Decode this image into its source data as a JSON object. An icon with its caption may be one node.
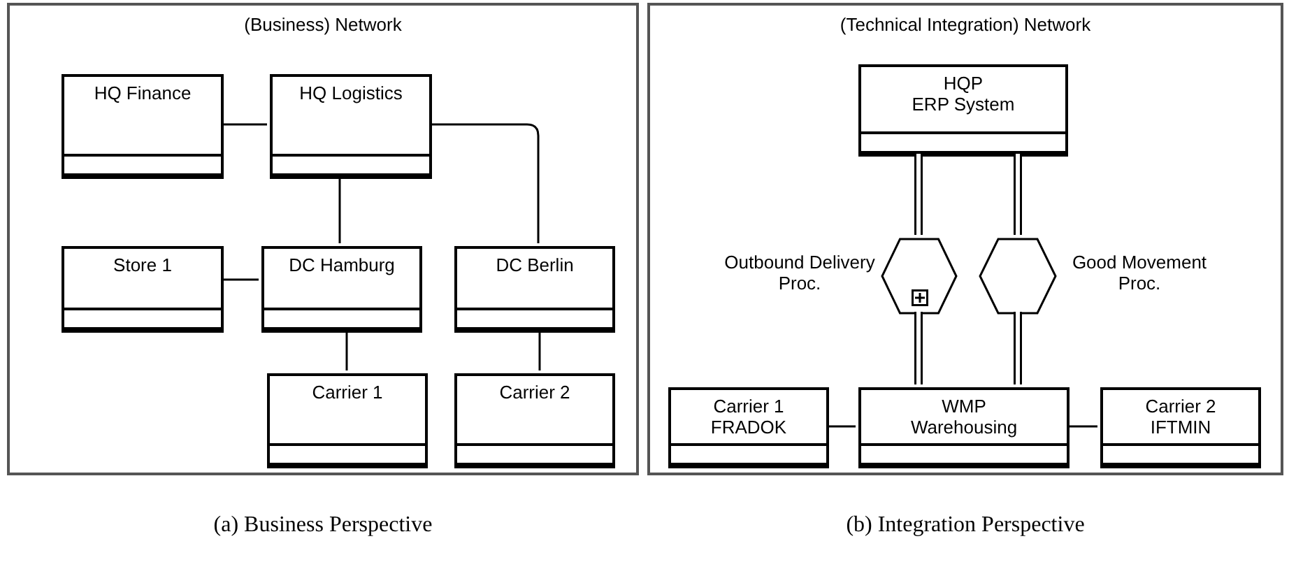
{
  "diagram": {
    "nodes": [
      {
        "text": [
          "(Business) Network"
        ],
        "beside": [
          "(a) Business Perspective"
        ]
      },
      {
        "text": [
          "HQ Finance"
        ],
        "in": 0
      },
      {
        "text": [
          "HQ Logistics"
        ],
        "in": 0
      },
      {
        "text": [
          "Store 1"
        ],
        "in": 0
      },
      {
        "text": [
          "DC Hamburg"
        ],
        "in": 0
      },
      {
        "text": [
          "DC Berlin"
        ],
        "in": 0
      },
      {
        "text": [
          "Carrier 1"
        ],
        "in": 0
      },
      {
        "text": [
          "Carrier 2"
        ],
        "in": 0
      },
      {
        "text": [
          "(Technical Integration) Network"
        ],
        "beside": [
          "(b) Integration Perspective"
        ]
      },
      {
        "text": [
          "HQP",
          "ERP System"
        ],
        "in": 8
      },
      {
        "text": [
          "Outbound Delivery Proc."
        ],
        "in": 8
      },
      {
        "text": [
          "Good Movement Proc."
        ],
        "in": 8
      },
      {
        "text": [
          "Carrier 1",
          "FRADOK"
        ],
        "in": 8
      },
      {
        "text": [
          "WMP",
          "Warehousing"
        ],
        "in": 8
      },
      {
        "text": [
          "Carrier 2",
          "IFTMIN"
        ],
        "in": 8
      }
    ],
    "edges": [
      {
        "from": 1,
        "to": 2,
        "arrow": "none"
      },
      {
        "from": 2,
        "to": 4,
        "arrow": "none"
      },
      {
        "from": 2,
        "to": 5,
        "arrow": "none"
      },
      {
        "from": 3,
        "to": 4,
        "arrow": "none"
      },
      {
        "from": 4,
        "to": 6,
        "arrow": "none"
      },
      {
        "from": 5,
        "to": 7,
        "arrow": "none"
      },
      {
        "from": 9,
        "to": 10,
        "arrow": "none",
        "style": "thick"
      },
      {
        "from": 10,
        "to": 13,
        "arrow": "none",
        "style": "thick"
      },
      {
        "from": 9,
        "to": 11,
        "arrow": "none",
        "style": "thick"
      },
      {
        "from": 11,
        "to": 13,
        "arrow": "none",
        "style": "thick"
      },
      {
        "from": 12,
        "to": 13,
        "arrow": "none"
      },
      {
        "from": 13,
        "to": 14,
        "arrow": "none"
      }
    ]
  }
}
